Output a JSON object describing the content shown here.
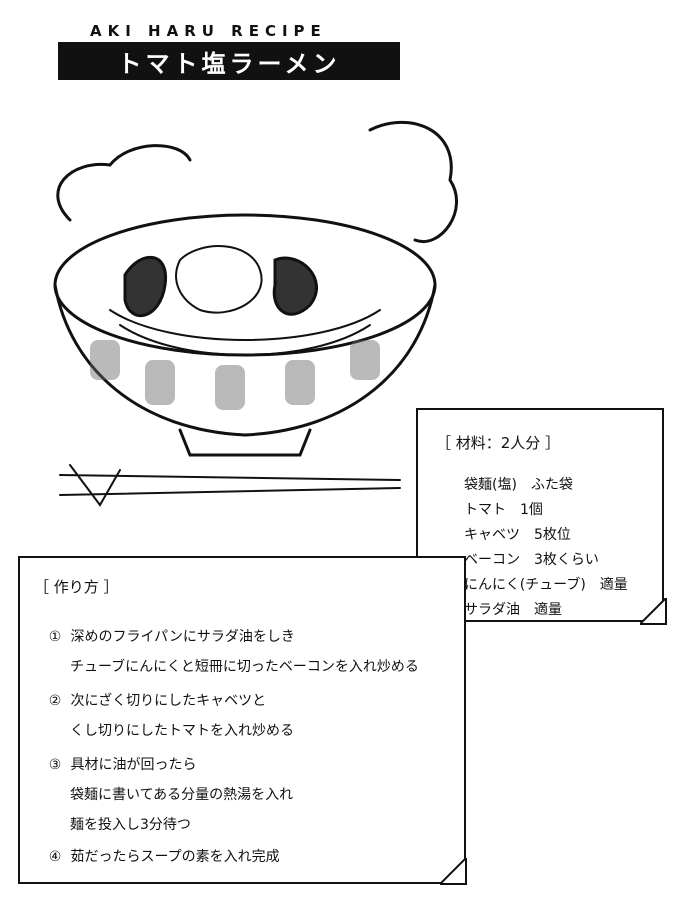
{
  "brand": "AKI HARU RECIPE",
  "title": "トマト塩ラーメン",
  "ingredients": {
    "heading": "［ 材料：2人分 ］",
    "items": [
      "袋麺(塩)　ふた袋",
      "トマト　1個",
      "キャベツ　5枚位",
      "ベーコン　3枚くらい",
      "にんにく(チューブ)　適量",
      "サラダ油　適量"
    ]
  },
  "steps": {
    "heading": "［ 作り方 ］",
    "items": [
      {
        "num": "①",
        "lines": [
          "深めのフライパンにサラダ油をしき",
          "チューブにんにくと短冊に切ったベーコンを入れ炒める"
        ]
      },
      {
        "num": "②",
        "lines": [
          "次にざく切りにしたキャベツと",
          "くし切りにしたトマトを入れ炒める"
        ]
      },
      {
        "num": "③",
        "lines": [
          "具材に油が回ったら",
          "袋麺に書いてある分量の熱湯を入れ",
          "麺を投入し3分待つ"
        ]
      },
      {
        "num": "④",
        "lines": [
          "茹だったらスープの素を入れ完成"
        ]
      }
    ]
  }
}
